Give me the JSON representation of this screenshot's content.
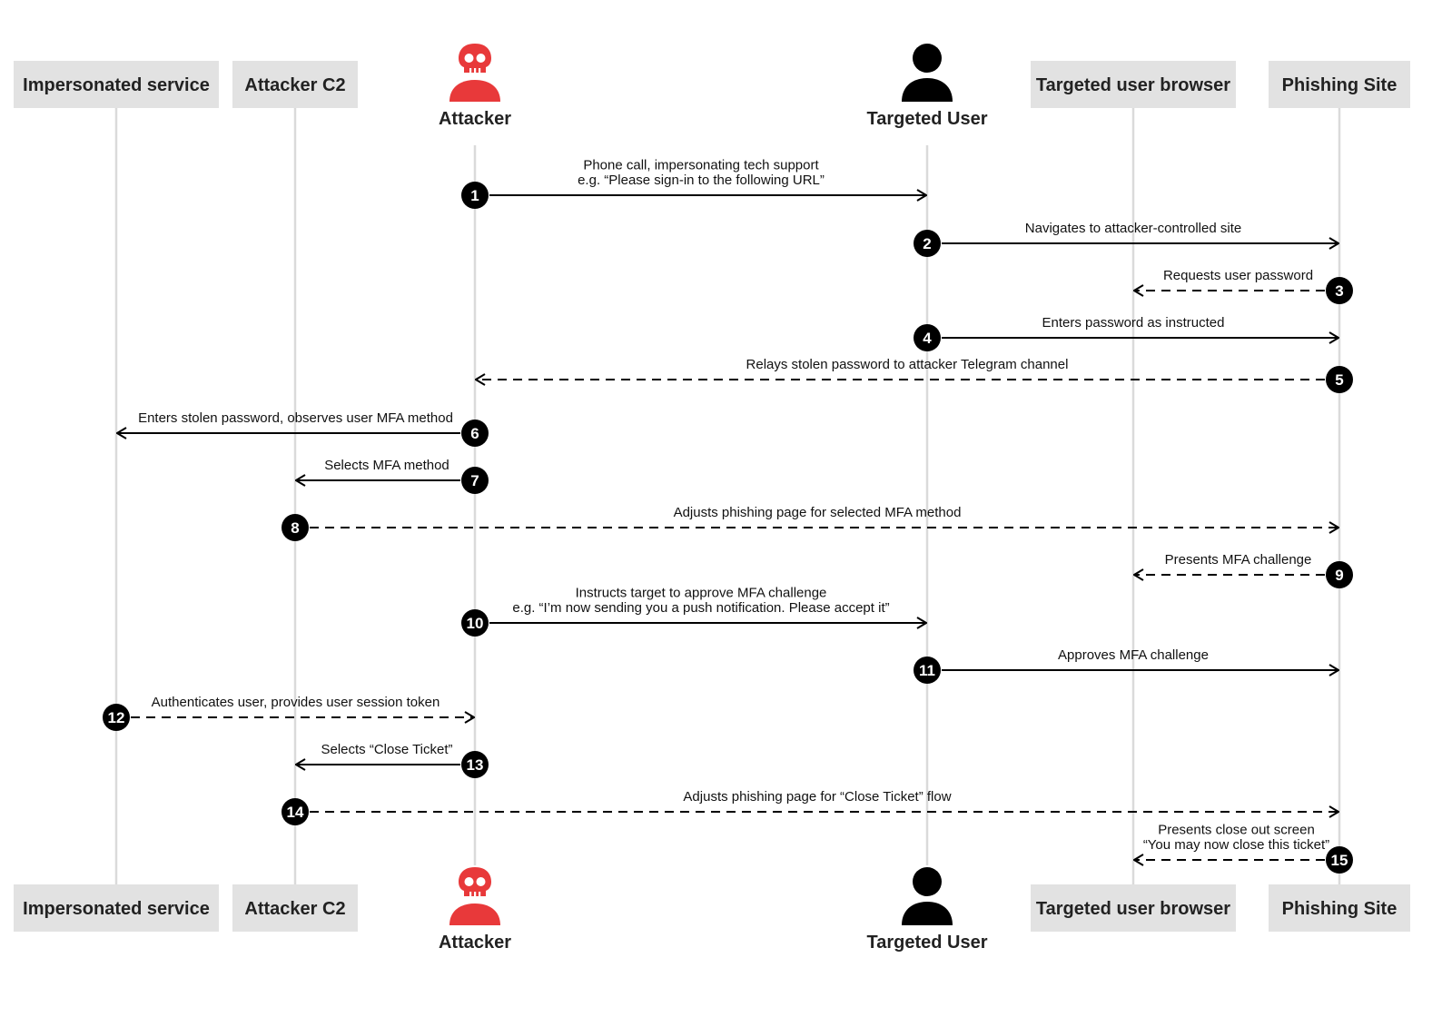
{
  "actors": [
    {
      "id": "impersonated",
      "label": "Impersonated service",
      "kind": "box"
    },
    {
      "id": "c2",
      "label": "Attacker C2",
      "kind": "box"
    },
    {
      "id": "attacker",
      "label": "Attacker",
      "kind": "icon",
      "icon": "skull-person-icon",
      "color": "#e8393a"
    },
    {
      "id": "user",
      "label": "Targeted User",
      "kind": "icon",
      "icon": "person-icon",
      "color": "#000000"
    },
    {
      "id": "browser",
      "label": "Targeted user browser",
      "kind": "box"
    },
    {
      "id": "phishing",
      "label": "Phishing Site",
      "kind": "box"
    }
  ],
  "messages": [
    {
      "num": "1",
      "from": "attacker",
      "to": "user",
      "style": "solid",
      "label": [
        "Phone call, impersonating tech support",
        "e.g. “Please sign-in to the following URL”"
      ]
    },
    {
      "num": "2",
      "from": "user",
      "to": "phishing",
      "style": "solid",
      "label": [
        "Navigates to attacker-controlled site"
      ]
    },
    {
      "num": "3",
      "from": "phishing",
      "to": "browser",
      "style": "dashed",
      "label": [
        "Requests user password"
      ]
    },
    {
      "num": "4",
      "from": "user",
      "to": "phishing",
      "style": "solid",
      "label": [
        "Enters password as instructed"
      ]
    },
    {
      "num": "5",
      "from": "phishing",
      "to": "attacker",
      "style": "dashed",
      "label": [
        "Relays stolen password to attacker Telegram channel"
      ]
    },
    {
      "num": "6",
      "from": "attacker",
      "to": "impersonated",
      "style": "solid",
      "label": [
        "Enters stolen password, observes user MFA method"
      ]
    },
    {
      "num": "7",
      "from": "attacker",
      "to": "c2",
      "style": "solid",
      "label": [
        "Selects MFA method"
      ]
    },
    {
      "num": "8",
      "from": "c2",
      "to": "phishing",
      "style": "dashed",
      "label": [
        "Adjusts phishing page for selected MFA method"
      ]
    },
    {
      "num": "9",
      "from": "phishing",
      "to": "browser",
      "style": "dashed",
      "label": [
        "Presents MFA challenge"
      ]
    },
    {
      "num": "10",
      "from": "attacker",
      "to": "user",
      "style": "solid",
      "label": [
        "Instructs target to approve MFA challenge",
        "e.g. “I’m now sending you a push notification. Please accept it”"
      ]
    },
    {
      "num": "11",
      "from": "user",
      "to": "phishing",
      "style": "solid",
      "label": [
        "Approves MFA challenge"
      ]
    },
    {
      "num": "12",
      "from": "impersonated",
      "to": "attacker",
      "style": "dashed",
      "label": [
        "Authenticates user, provides user session token"
      ]
    },
    {
      "num": "13",
      "from": "attacker",
      "to": "c2",
      "style": "solid",
      "label": [
        "Selects “Close Ticket”"
      ]
    },
    {
      "num": "14",
      "from": "c2",
      "to": "phishing",
      "style": "dashed",
      "label": [
        "Adjusts phishing page for “Close Ticket” flow"
      ]
    },
    {
      "num": "15",
      "from": "phishing",
      "to": "browser",
      "style": "dashed",
      "label": [
        "Presents close out screen",
        "“You may now close this ticket”"
      ]
    }
  ]
}
